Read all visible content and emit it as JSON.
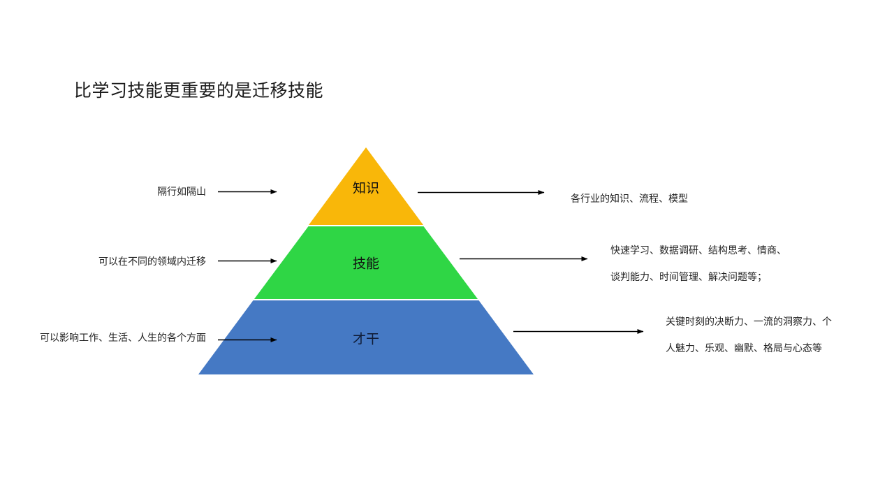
{
  "slide": {
    "title": "比学习技能更重要的是迁移技能",
    "background_color": "#FFFFFF"
  },
  "chart_data": {
    "type": "pyramid",
    "title": "比学习技能更重要的是迁移技能",
    "orientation": "apex-up",
    "levels": 3,
    "tiers": [
      {
        "index": 0,
        "label": "知识",
        "color": "#F9B709",
        "position": "top",
        "left_annotation": "隔行如隔山",
        "right_annotation_lines": [
          "各行业的知识、流程、模型"
        ]
      },
      {
        "index": 1,
        "label": "技能",
        "color": "#2FD645",
        "position": "middle",
        "left_annotation": "可以在不同的领域内迁移",
        "right_annotation_lines": [
          "快速学习、数据调研、结构思考、情商、",
          "谈判能力、时间管理、解决问题等；"
        ]
      },
      {
        "index": 2,
        "label": "才干",
        "color": "#4579C4",
        "position": "bottom",
        "left_annotation": "可以影响工作、生活、人生的各个方面",
        "right_annotation_lines": [
          "关键时刻的决断力、一流的洞察力、个",
          "人魅力、乐观、幽默、格局与心态等"
        ]
      }
    ],
    "arrow_color": "#000000",
    "grid": false,
    "legend": false
  },
  "pyramid": {
    "tier_labels": [
      "知识",
      "技能",
      "才干"
    ],
    "tier_colors": [
      "#F9B709",
      "#2FD645",
      "#4579C4"
    ],
    "left_captions": [
      "隔行如隔山",
      "可以在不同的领域内迁移",
      "可以影响工作、生活、人生的各个方面"
    ],
    "right_captions": [
      "各行业的知识、流程、模型",
      "快速学习、数据调研、结构思考、情商、\n谈判能力、时间管理、解决问题等；",
      "关键时刻的决断力、一流的洞察力、个\n人魅力、乐观、幽默、格局与心态等"
    ],
    "right_captions_line1": [
      "各行业的知识、流程、模型",
      "快速学习、数据调研、结构思考、情商、",
      "关键时刻的决断力、一流的洞察力、个"
    ],
    "right_captions_line2": [
      "",
      "谈判能力、时间管理、解决问题等；",
      "人魅力、乐观、幽默、格局与心态等"
    ]
  }
}
